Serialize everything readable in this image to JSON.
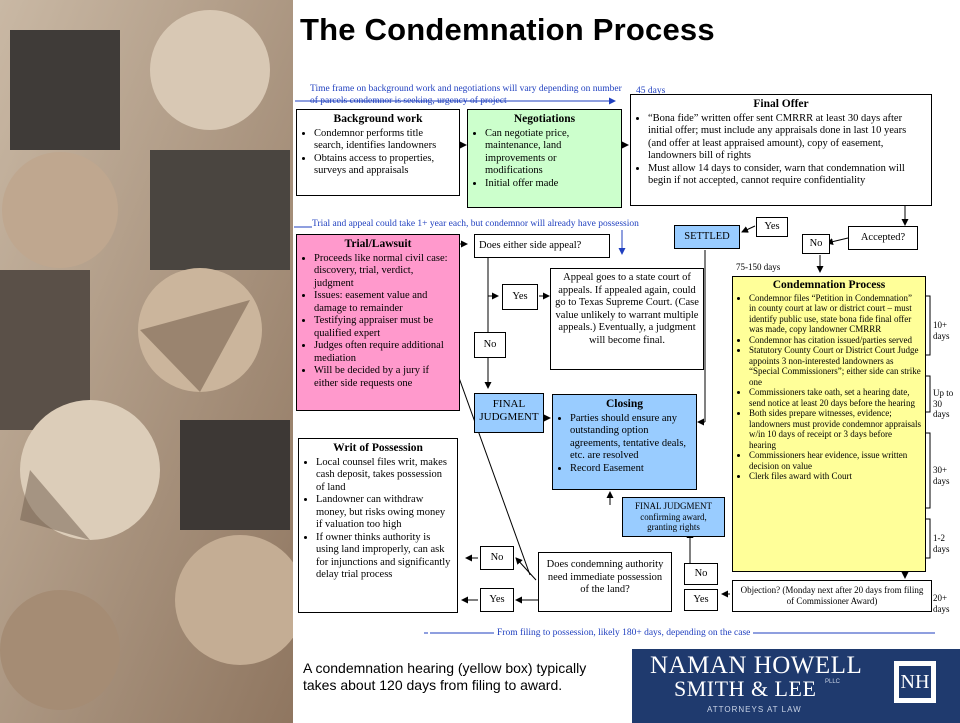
{
  "title": "The Condemnation Process",
  "notes": {
    "timeframe_line1": "Time frame on background work and negotiations will vary depending on number",
    "timeframe_line2": "of parcels condemnor is seeking, urgency of project",
    "days_45": "45 days",
    "trial_note": "Trial and appeal could take 1+ year each, but condemnor will already have possession",
    "days_75_150": "75-150 days",
    "bottom_span": "From filing to possession, likely 180+ days, depending on the case"
  },
  "boxes": {
    "background": {
      "title": "Background work",
      "items": [
        "Condemnor performs title search, identifies landowners",
        "Obtains access to properties, surveys and appraisals"
      ]
    },
    "negotiations": {
      "title": "Negotiations",
      "items": [
        "Can negotiate price, maintenance, land improvements or modifications",
        "Initial offer made"
      ]
    },
    "final_offer": {
      "title": "Final Offer",
      "items": [
        "“Bona fide” written offer sent CMRRR at least 30 days after initial offer; must include any appraisals done in last 10 years (and offer at least appraised amount), copy of easement, landowners bill of rights",
        "Must allow 14 days to consider,  warn that condemnation will begin if not accepted, cannot require confidentiality"
      ]
    },
    "trial": {
      "title": "Trial/Lawsuit",
      "items": [
        "Proceeds like normal civil case: discovery, trial, verdict, judgment",
        "Issues: easement value and damage to remainder",
        "Testifying appraiser must be qualified expert",
        "Judges often require additional mediation",
        "Will be decided by a jury if either side requests one"
      ]
    },
    "appeal_q": "Does either side appeal?",
    "appeal_text": "Appeal goes to a state court of appeals.  If appealed again, could go to Texas Supreme Court.  (Case value unlikely to warrant multiple appeals.)  Eventually, a judgment will become final.",
    "settled": "SETTLED",
    "accepted": "Accepted?",
    "yes": "Yes",
    "no": "No",
    "final_judgment": "FINAL JUDGMENT",
    "closing": {
      "title": "Closing",
      "items": [
        "Parties should ensure any outstanding option agreements, tentative deals, etc. are resolved",
        "Record Easement"
      ]
    },
    "final_judgment_award": "FINAL JUDGMENT confirming award, granting rights",
    "writ": {
      "title": "Writ of Possession",
      "items": [
        "Local counsel files writ, makes cash deposit, takes possession of land",
        "Landowner can withdraw money, but risks owing money if valuation too high",
        "If owner thinks authority is using land improperly, can ask for injunctions and significantly delay trial process"
      ]
    },
    "immediate_q": "Does condemning authority need immediate possession of the land?",
    "condemnation": {
      "title": "Condemnation Process",
      "items": [
        "Condemnor  files “Petition in Condemnation” in county court at law or district court – must identify public use, state bona fide final offer was made, copy landowner CMRRR",
        "Condemnor  has citation issued/parties served",
        "Statutory County Court or District Court Judge appoints 3 non-interested landowners as “Special Commissioners”; either side can strike one",
        "Commissioners take oath, set a hearing date, send notice at least 20 days before the hearing",
        "Both sides prepare witnesses, evidence; landowners must provide condemnor appraisals w/in 10 days of receipt or 3 days before hearing",
        "Commissioners hear evidence,  issue written decision on value",
        "Clerk files award with Court"
      ]
    },
    "objection": "Objection? (Monday next after 20 days from filing of Commissioner Award)"
  },
  "side_labels": [
    "10+ days",
    "Up to 30 days",
    "30+ days",
    "1-2 days",
    "20+ days"
  ],
  "caption": "A condemnation hearing (yellow box) typically takes about 120 days from filing to award.",
  "logo": {
    "line1": "NAMAN HOWELL",
    "line2": "SMITH & LEE",
    "pllc": "PLLC",
    "sub": "ATTORNEYS AT LAW",
    "mark": "NH"
  }
}
